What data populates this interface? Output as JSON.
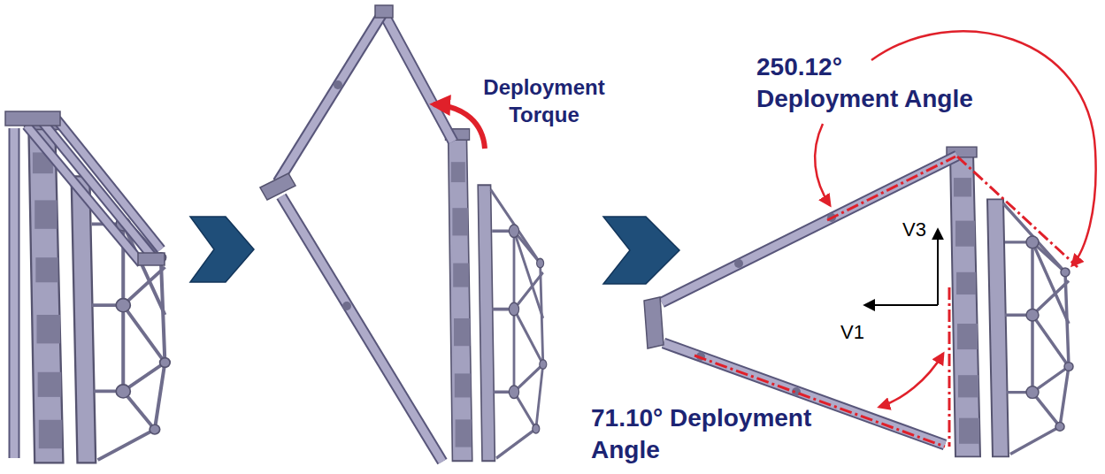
{
  "diagram": {
    "labels": [
      "Deployment Torque",
      "250.12° Deployment Angle",
      "71.10° Deployment Angle",
      "V3",
      "V1"
    ]
  }
}
